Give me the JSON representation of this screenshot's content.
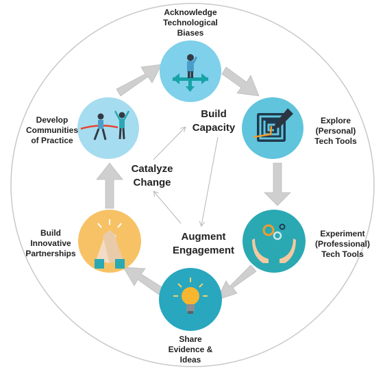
{
  "steps": [
    {
      "label": "Acknowledge\nTechnological\nBiases",
      "color": "#7fd0ea",
      "icon": "crossroads-person-icon"
    },
    {
      "label": "Explore\n(Personal)\nTech Tools",
      "color": "#5fc4dc",
      "icon": "maze-pen-icon"
    },
    {
      "label": "Experiment\n(Professional)\nTech Tools",
      "color": "#2aa9b3",
      "icon": "hands-gears-icon"
    },
    {
      "label": "Share\nEvidence &\nIdeas",
      "color": "#28a7bf",
      "icon": "lightbulb-icon"
    },
    {
      "label": "Build\nInnovative\nPartnerships",
      "color": "#f7c266",
      "icon": "high-five-icon"
    },
    {
      "label": "Develop\nCommunities\nof Practice",
      "color": "#a6dcef",
      "icon": "finish-line-people-icon"
    }
  ],
  "center": {
    "build": "Build\nCapacity",
    "augment": "Augment\nEngagement",
    "catalyze": "Catalyze\nChange"
  },
  "colors": {
    "arrow": "#cfcfcf",
    "arrow_edge": "#bdbdbd",
    "outer_ring": "#c8c8c8",
    "inner_arrow": "#b5b5b5",
    "text": "#222222"
  }
}
